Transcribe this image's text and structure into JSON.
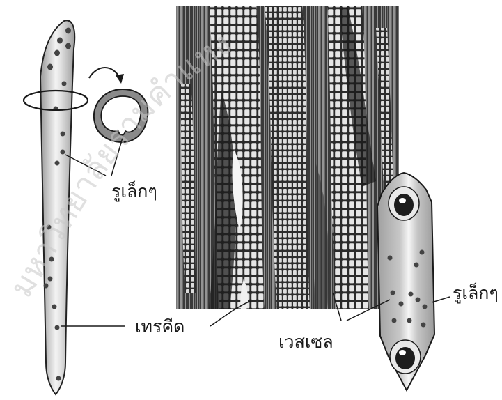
{
  "labels": {
    "pits_tracheid": "รูเล็กๆ",
    "pits_vessel": "รูเล็กๆ",
    "tracheid": "เทรคีด",
    "vessel": "เวสเซล"
  },
  "watermark": {
    "text": "มหาวิทยาลัยรามคำแหง"
  },
  "colors": {
    "ink": "#1a1a1a",
    "cell_fill": "#b9b9b9",
    "cell_highlight": "#f2f2f2",
    "micrograph_dark": "#2a2a2a",
    "micrograph_light": "#e8e8e8",
    "watermark": "#c8c8c8"
  }
}
